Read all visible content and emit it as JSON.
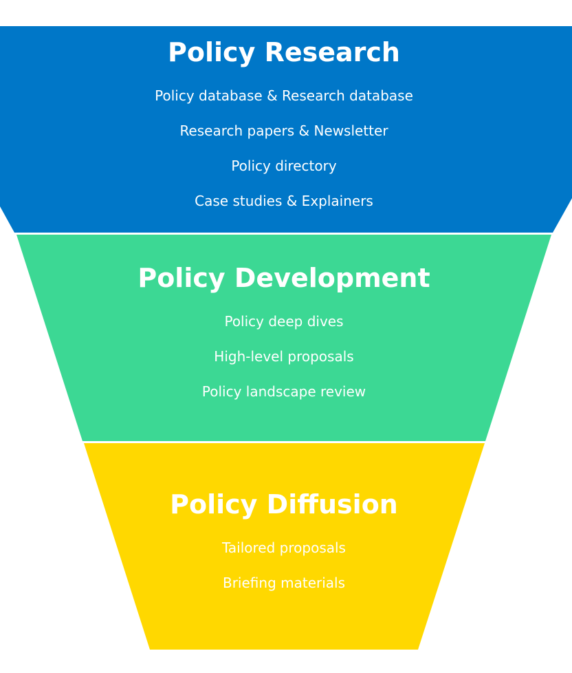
{
  "colors": {
    "research": "#0077c8",
    "development": "#3cd894",
    "diffusion": "#ffd800",
    "text": "#ffffff"
  },
  "stages": [
    {
      "title": "Policy Research",
      "items": [
        "Policy database & Research database",
        "Research papers & Newsletter",
        "Policy directory",
        "Case studies & Explainers"
      ]
    },
    {
      "title": "Policy Development",
      "items": [
        "Policy deep dives",
        "High-level proposals",
        "Policy landscape review"
      ]
    },
    {
      "title": "Policy Diffusion",
      "items": [
        "Tailored proposals",
        "Briefing materials"
      ]
    }
  ]
}
